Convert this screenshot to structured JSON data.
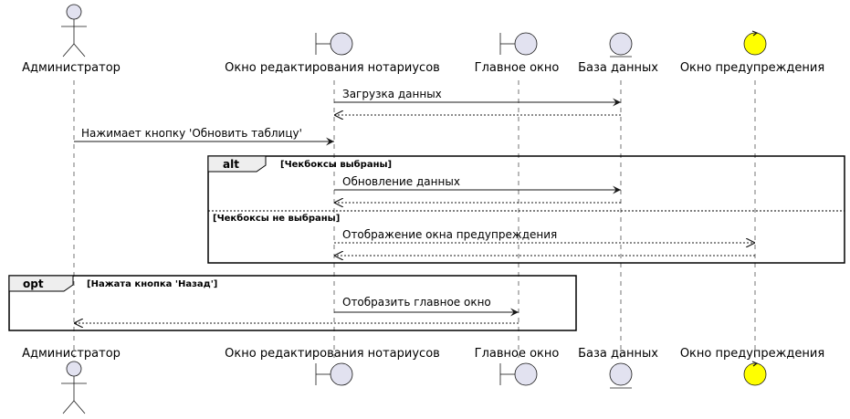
{
  "participants": [
    {
      "id": "admin",
      "type": "actor",
      "label": "Администратор"
    },
    {
      "id": "editor",
      "type": "boundary",
      "label": "Окно редактирования нотариусов"
    },
    {
      "id": "main",
      "type": "boundary",
      "label": "Главное окно"
    },
    {
      "id": "db",
      "type": "entity",
      "label": "База данных"
    },
    {
      "id": "warn",
      "type": "control",
      "label": "Окно предупреждения"
    }
  ],
  "messages": [
    {
      "from": "editor",
      "to": "db",
      "label": "Загрузка данных",
      "style": "solid"
    },
    {
      "from": "db",
      "to": "editor",
      "label": "",
      "style": "dashed"
    },
    {
      "from": "admin",
      "to": "editor",
      "label": "Нажимает кнопку 'Обновить таблицу'",
      "style": "solid"
    },
    {
      "from": "editor",
      "to": "db",
      "label": "Обновление данных",
      "style": "solid"
    },
    {
      "from": "db",
      "to": "editor",
      "label": "",
      "style": "dashed"
    },
    {
      "from": "editor",
      "to": "warn",
      "label": "Отображение окна предупреждения",
      "style": "dashed"
    },
    {
      "from": "warn",
      "to": "editor",
      "label": "",
      "style": "dashed"
    },
    {
      "from": "editor",
      "to": "main",
      "label": "Отобразить главное окно",
      "style": "solid"
    },
    {
      "from": "main",
      "to": "admin",
      "label": "",
      "style": "dashed"
    }
  ],
  "fragments": [
    {
      "kind": "alt",
      "guard": "[Чекбоксы выбраны]",
      "else_guard": "[Чекбоксы не выбраны]"
    },
    {
      "kind": "opt",
      "guard": "[Нажата кнопка 'Назад']"
    }
  ],
  "colors": {
    "participant_fill": "#e2e2f0",
    "participant_stroke": "#181818",
    "control_fill": "#ffff00",
    "fragment_fill": "#eeeeee",
    "line": "#181818"
  }
}
